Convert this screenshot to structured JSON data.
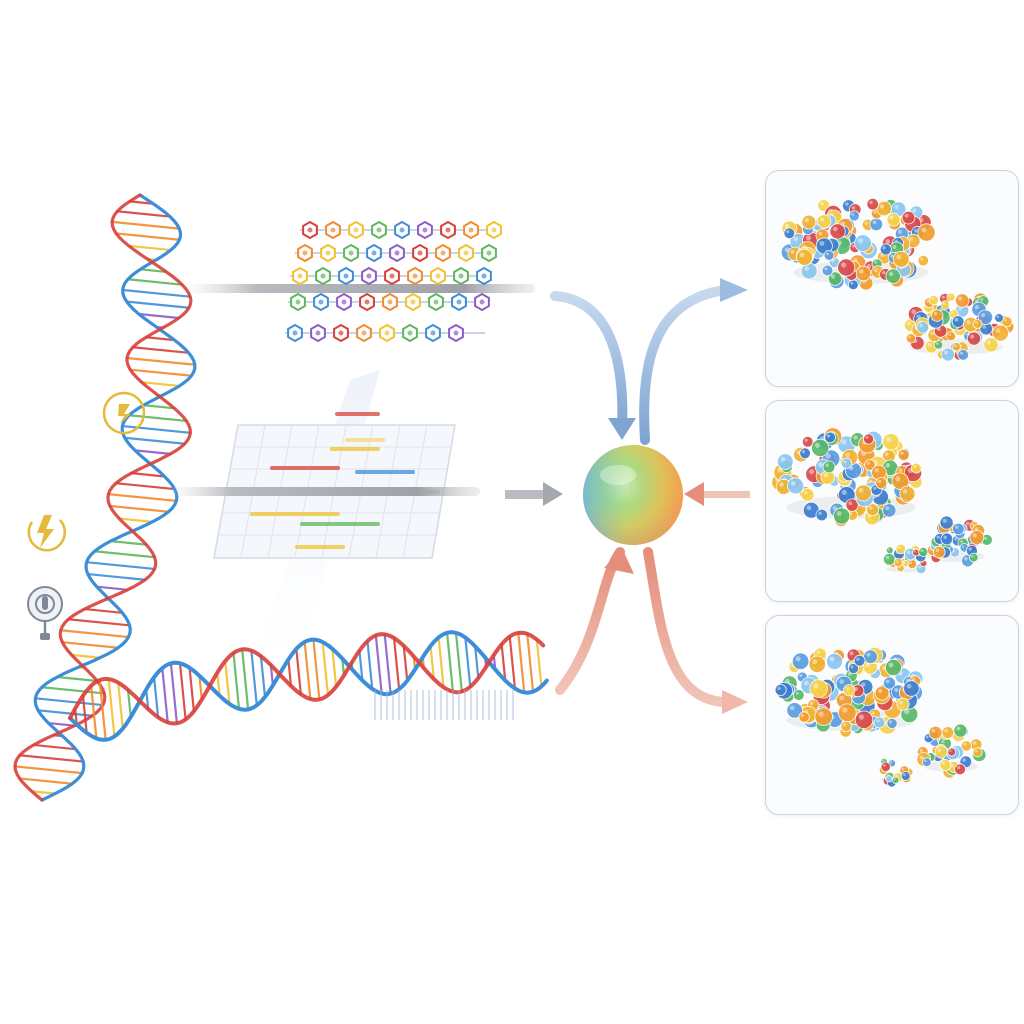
{
  "figure": {
    "type": "dna-to-protein-structure-diagram",
    "inputs": [
      {
        "name": "sequence-chain-rows",
        "rows": 5
      },
      {
        "name": "alignment-grid"
      },
      {
        "name": "dna-double-helix"
      }
    ],
    "hub": {
      "name": "integration-sphere"
    },
    "outputs": [
      {
        "name": "protein-cluster-panel-1",
        "clusters": 2
      },
      {
        "name": "protein-cluster-panel-2",
        "clusters": 3
      },
      {
        "name": "protein-cluster-panel-3",
        "clusters": 3
      }
    ],
    "icons": [
      "energy-badge-icon",
      "lightning-bolt-icon",
      "microphone-icon"
    ]
  },
  "colors": {
    "arrow_blue": "#8fb0d8",
    "arrow_red": "#e8a89a",
    "arrow_gray": "#a5a8ad",
    "panel_border": "#c9d3e0",
    "helix_red": "#d8403a",
    "helix_yellow": "#f2c12e",
    "helix_blue": "#3d8ed9",
    "helix_green": "#5cb85c",
    "icon_gold": "#e5b93a"
  }
}
